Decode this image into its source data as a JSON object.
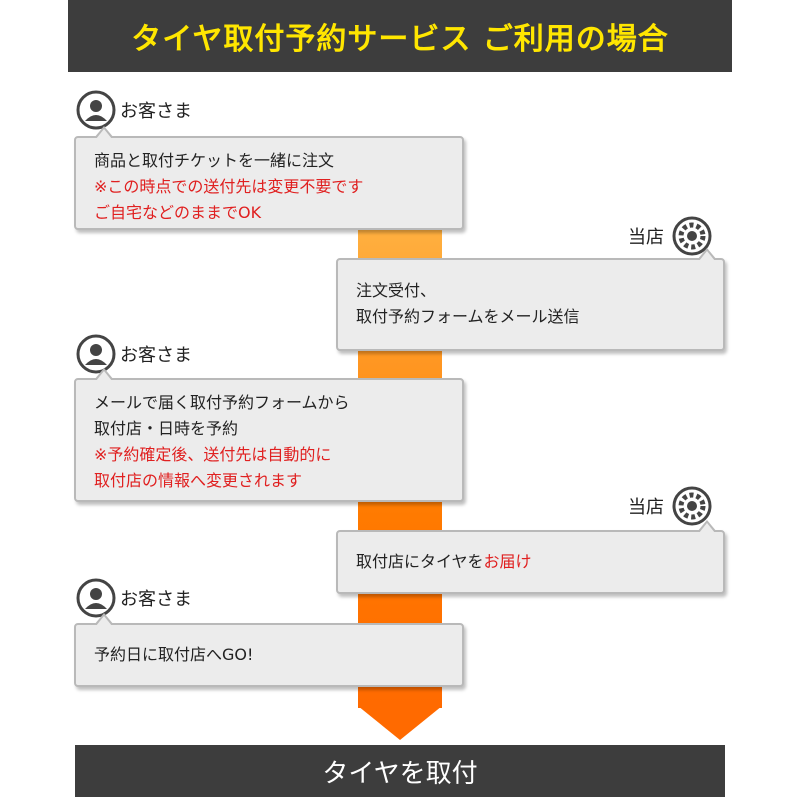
{
  "title": "タイヤ取付予約サービス ご利用の場合",
  "colors": {
    "header_bg": "#3d3d3d",
    "title_text": "#ffe600",
    "accent_orange": "#ff7a00",
    "note_red": "#e02020",
    "box_bg": "#ececec"
  },
  "icons": {
    "customer": "person-icon",
    "store": "tire-icon"
  },
  "steps": [
    {
      "actor": "お客さま",
      "lines": [
        "商品と取付チケットを一緒に注文"
      ],
      "notes": [
        "※この時点での送付先は変更不要です",
        "ご自宅などのままでOK"
      ]
    },
    {
      "actor": "当店",
      "lines": [
        "注文受付、",
        "取付予約フォームをメール送信"
      ]
    },
    {
      "actor": "お客さま",
      "lines": [
        "メールで届く取付予約フォームから",
        "取付店・日時を予約"
      ],
      "notes": [
        "※予約確定後、送付先は自動的に",
        "取付店の情報へ変更されます"
      ]
    },
    {
      "actor": "当店",
      "text_plain": "取付店にタイヤを",
      "text_red": "お届け"
    },
    {
      "actor": "お客さま",
      "lines": [
        "予約日に取付店へGO!"
      ]
    }
  ],
  "footer": "タイヤを取付"
}
